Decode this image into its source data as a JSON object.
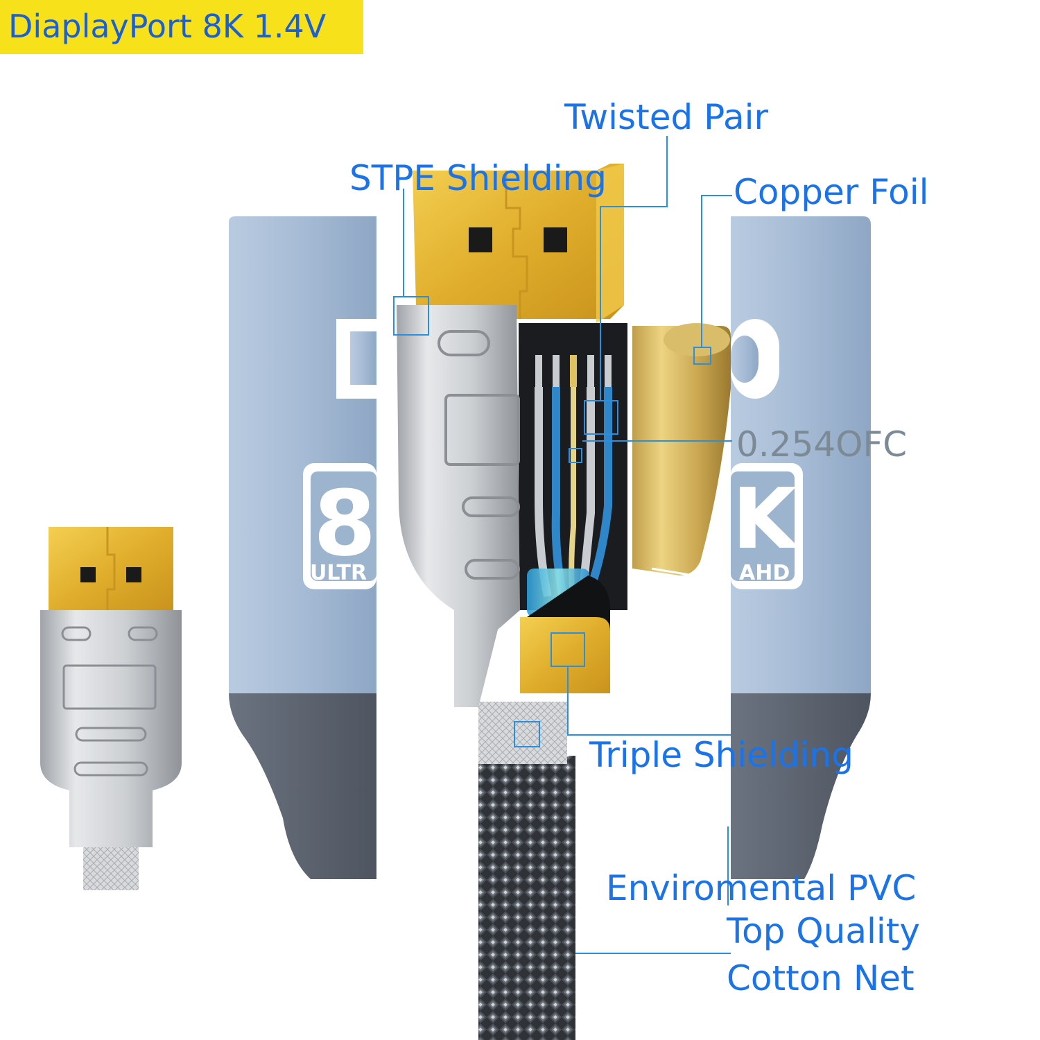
{
  "title": "DiaplayPort 8K 1.4V",
  "colors": {
    "title_bg": "#f7e11b",
    "label": "#1a73e8",
    "label_alt": "#7c8a96",
    "leader": "#2a8fe0",
    "gold": "#e2b53a",
    "silver": "#c7c9cc",
    "panel_blue": "#9db4cf",
    "panel_dark": "#5c6470"
  },
  "background_logo": {
    "number": "8",
    "letter": "K",
    "text_left": "ULTR",
    "text_right": "AHD"
  },
  "callouts": [
    {
      "id": "twisted-pair",
      "text": "Twisted Pair"
    },
    {
      "id": "stpe-shielding",
      "text": "STPE Shielding"
    },
    {
      "id": "copper-foil",
      "text": "Copper Foil"
    },
    {
      "id": "ofc",
      "text": "0.254OFC"
    },
    {
      "id": "triple-shielding",
      "text": "Triple Shielding"
    },
    {
      "id": "pvc",
      "text": "Enviromental PVC"
    },
    {
      "id": "cotton-1",
      "text": "Top Quality"
    },
    {
      "id": "cotton-2",
      "text": "Cotton Net"
    }
  ]
}
